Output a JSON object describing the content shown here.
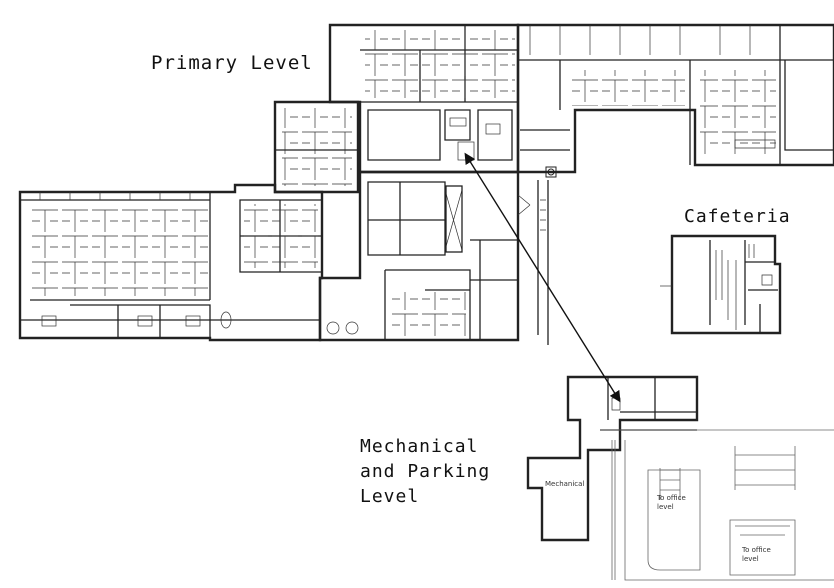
{
  "labels": {
    "primary_level": "Primary Level",
    "cafeteria": "Cafeteria",
    "mech_line1": "Mechanical",
    "mech_line2": "and Parking",
    "mech_line3": "Level",
    "mechanical_room": "Mechanical",
    "to_office_level_a": "To office level",
    "to_office_level_b": "To office level"
  },
  "colors": {
    "ink": "#222222",
    "background": "#ffffff"
  },
  "icons": {
    "accessibility": "wheelchair-icon",
    "connector": "double-arrow-icon"
  }
}
